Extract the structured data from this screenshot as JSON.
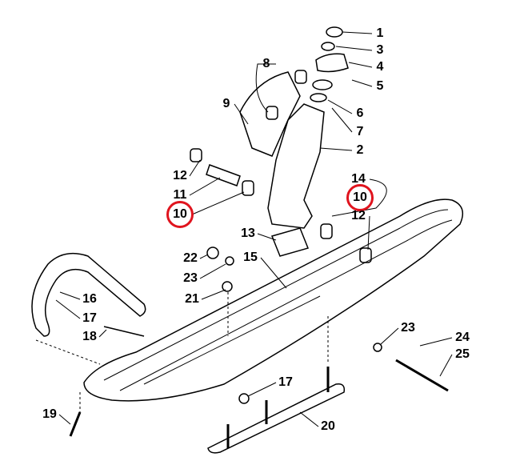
{
  "diagram": {
    "title": "Ski and spindle assembly parts diagram",
    "highlight_color": "#e0141e",
    "callouts": [
      {
        "id": "c1",
        "text": "1"
      },
      {
        "id": "c3",
        "text": "3"
      },
      {
        "id": "c4",
        "text": "4"
      },
      {
        "id": "c5",
        "text": "5"
      },
      {
        "id": "c8",
        "text": "8"
      },
      {
        "id": "c9",
        "text": "9"
      },
      {
        "id": "c6",
        "text": "6"
      },
      {
        "id": "c7",
        "text": "7"
      },
      {
        "id": "c2",
        "text": "2"
      },
      {
        "id": "c14",
        "text": "14"
      },
      {
        "id": "c10r",
        "text": "10",
        "highlighted": true
      },
      {
        "id": "c12r",
        "text": "12"
      },
      {
        "id": "c12l",
        "text": "12"
      },
      {
        "id": "c11",
        "text": "11"
      },
      {
        "id": "c10l",
        "text": "10",
        "highlighted": true
      },
      {
        "id": "c13",
        "text": "13"
      },
      {
        "id": "c15",
        "text": "15"
      },
      {
        "id": "c22",
        "text": "22"
      },
      {
        "id": "c23a",
        "text": "23"
      },
      {
        "id": "c21",
        "text": "21"
      },
      {
        "id": "c16",
        "text": "16"
      },
      {
        "id": "c17a",
        "text": "17"
      },
      {
        "id": "c18",
        "text": "18"
      },
      {
        "id": "c23b",
        "text": "23"
      },
      {
        "id": "c24",
        "text": "24"
      },
      {
        "id": "c25",
        "text": "25"
      },
      {
        "id": "c17b",
        "text": "17"
      },
      {
        "id": "c19",
        "text": "19"
      },
      {
        "id": "c20",
        "text": "20"
      }
    ]
  }
}
